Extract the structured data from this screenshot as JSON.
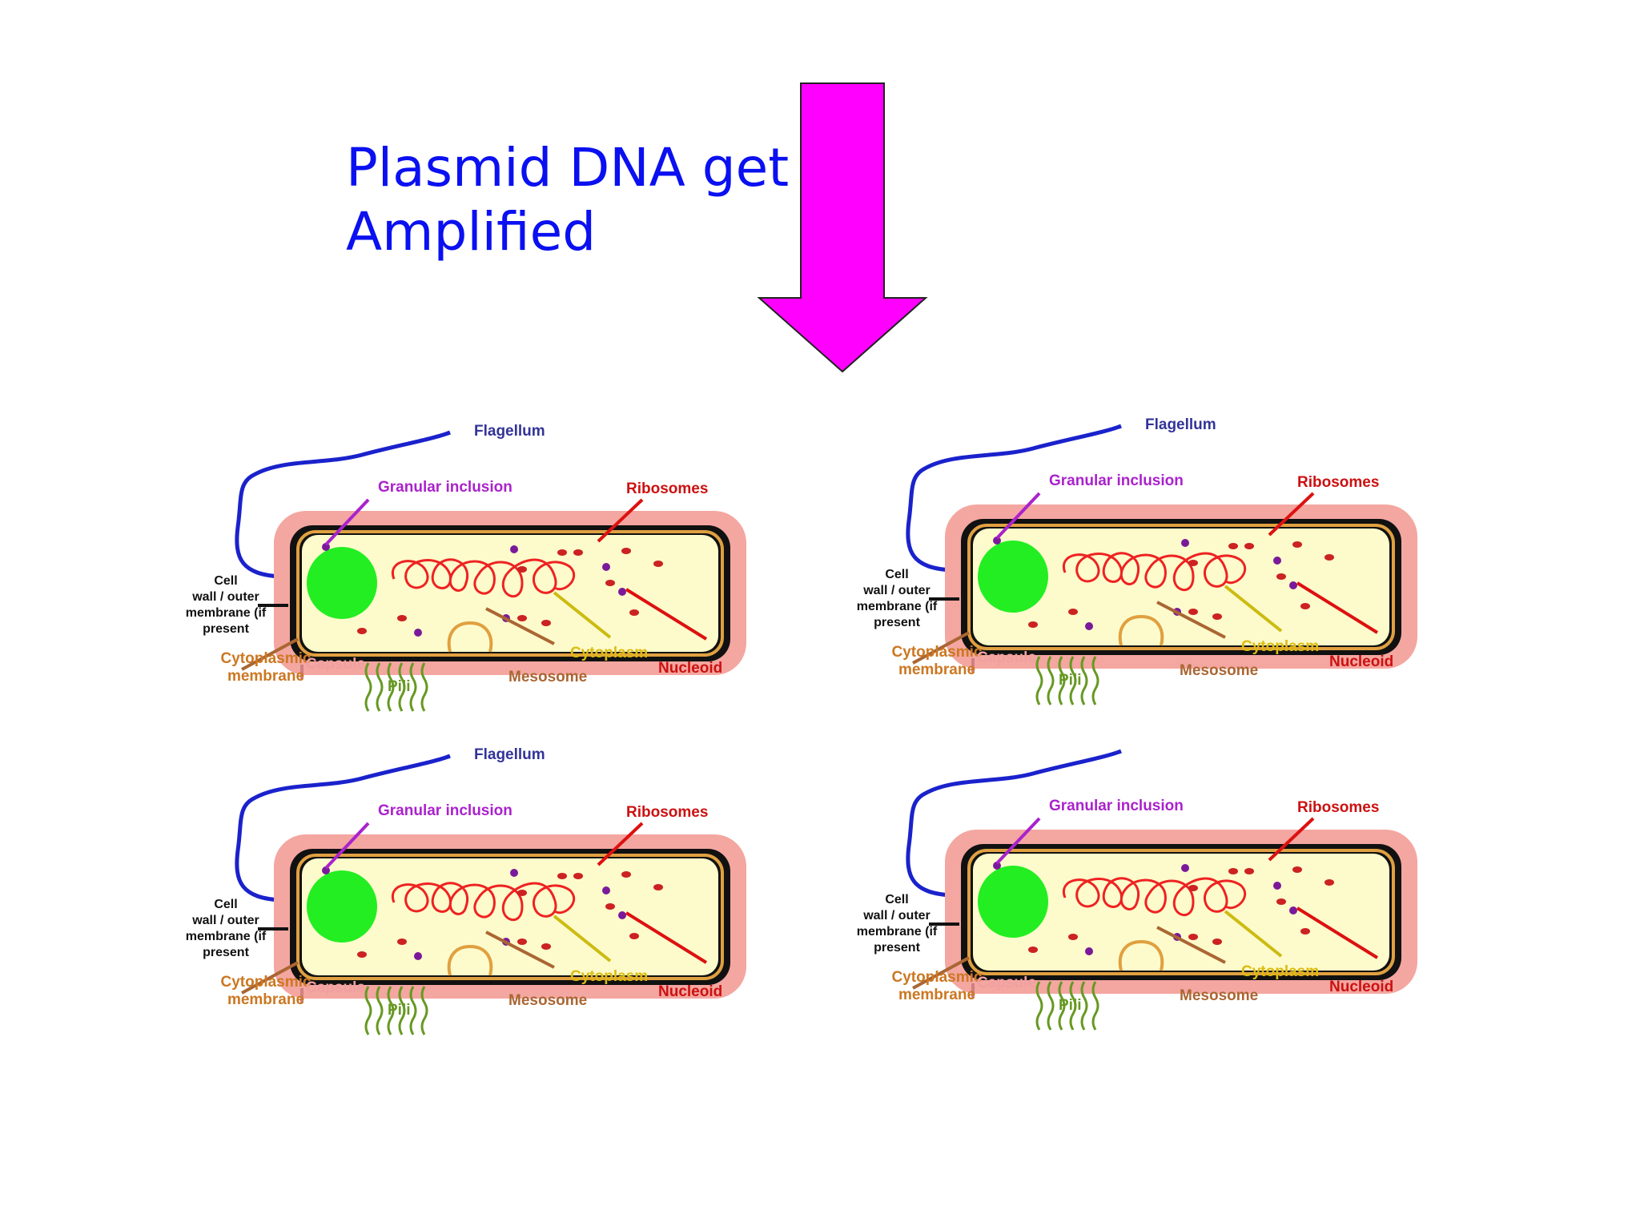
{
  "title": {
    "lines": [
      "Plasmid DNA get",
      "Amplified"
    ]
  },
  "colors": {
    "title": "#0a10f0",
    "arrow": "#ff00ff",
    "capsule": "#f4a6a0",
    "cell_wall": "#111111",
    "cytoplasm": "#fdfbcb",
    "membrane": "#e0a040",
    "nucleoid": "#ee2222",
    "plasmid_granule": "#22ee22",
    "flagellum": "#1a22cc"
  },
  "cells": [
    {
      "labels": {
        "flagellum": "Flagellum",
        "granular_inclusion": "Granular inclusion",
        "ribosomes": "Ribosomes",
        "cell_wall": [
          "Cell",
          "wall / outer",
          "membrane (if",
          "present"
        ],
        "cytoplasmic_membrane": [
          "Cytoplasmic",
          "membrane"
        ],
        "capsule": "Capsule",
        "pili": "Pili",
        "mesosome": "Mesosome",
        "cytoplasm": "Cytoplasm",
        "nucleoid": "Nucleoid"
      }
    },
    {
      "labels": {
        "flagellum": "Flagellum",
        "granular_inclusion": "Granular inclusion",
        "ribosomes": "Ribosomes",
        "cell_wall": [
          "Cell",
          "wall / outer",
          "membrane (if",
          "present"
        ],
        "cytoplasmic_membrane": [
          "Cytoplasmic",
          "membrane"
        ],
        "capsule": "Capsule",
        "pili": "Pili",
        "mesosome": "Mesosome",
        "cytoplasm": "Cytoplasm",
        "nucleoid": "Nucleoid"
      }
    },
    {
      "labels": {
        "flagellum": "Flagellum",
        "granular_inclusion": "Granular inclusion",
        "ribosomes": "Ribosomes",
        "cell_wall": [
          "Cell",
          "wall / outer",
          "membrane (if",
          "present"
        ],
        "cytoplasmic_membrane": [
          "Cytoplasmic",
          "membrane"
        ],
        "capsule": "Capsule",
        "pili": "Pili",
        "mesosome": "Mesosome",
        "cytoplasm": "Cytoplasm",
        "nucleoid": "Nucleoid"
      }
    },
    {
      "labels": {
        "flagellum": "",
        "granular_inclusion": "Granular inclusion",
        "ribosomes": "Ribosomes",
        "cell_wall": [
          "Cell",
          "wall / outer",
          "membrane (if",
          "present"
        ],
        "cytoplasmic_membrane": [
          "Cytoplasmic",
          "membrane"
        ],
        "capsule": "Capsule",
        "pili": "Pili",
        "mesosome": "Mesosome",
        "cytoplasm": "Cytoplasm",
        "nucleoid": "Nucleoid"
      }
    }
  ]
}
